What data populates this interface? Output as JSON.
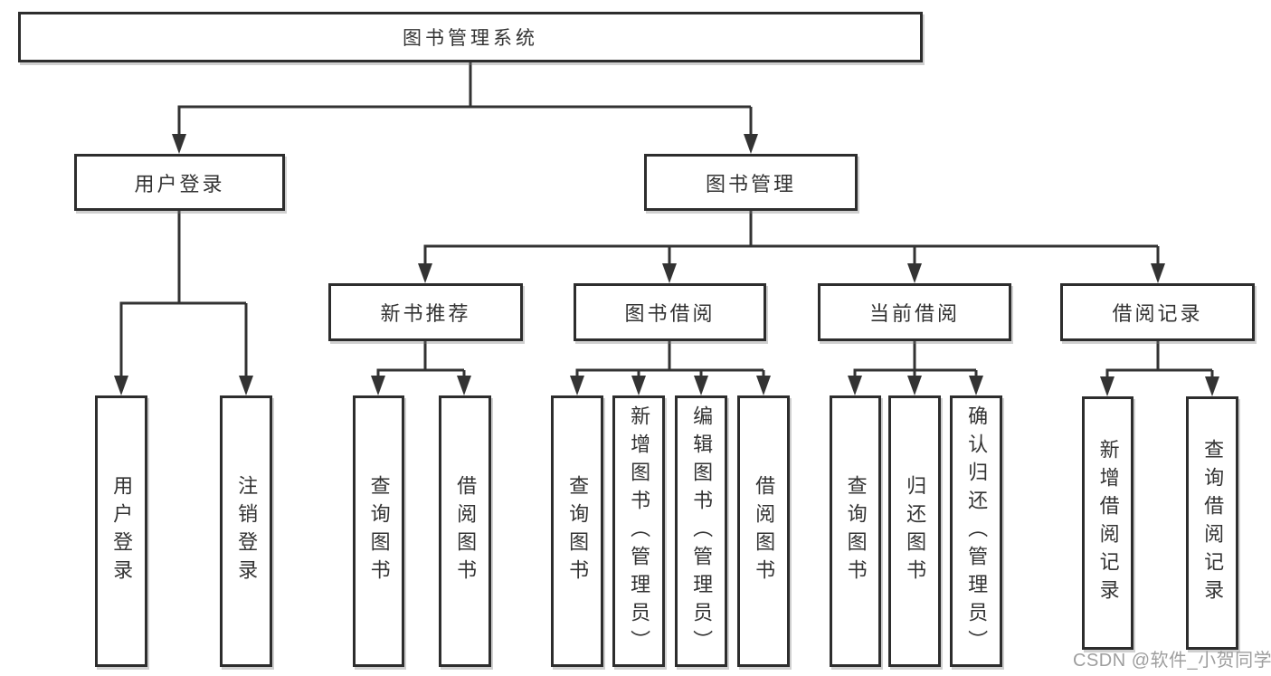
{
  "diagram_title": "图书管理系统",
  "nodes": [
    {
      "id": "root",
      "label": "图书管理系统"
    },
    {
      "id": "user-login",
      "label": "用户登录"
    },
    {
      "id": "book-management",
      "label": "图书管理"
    },
    {
      "id": "new-book-recommendation",
      "label": "新书推荐"
    },
    {
      "id": "book-borrowing",
      "label": "图书借阅"
    },
    {
      "id": "current-borrowing",
      "label": "当前借阅"
    },
    {
      "id": "borrowing-records",
      "label": "借阅记录"
    },
    {
      "id": "leaf-user-login",
      "label": "用户登录"
    },
    {
      "id": "leaf-logout",
      "label": "注销登录"
    },
    {
      "id": "leaf-query-books-recommend",
      "label": "查询图书"
    },
    {
      "id": "leaf-borrow-books-recommend",
      "label": "借阅图书"
    },
    {
      "id": "leaf-query-books-borrow",
      "label": "查询图书"
    },
    {
      "id": "leaf-add-books-admin",
      "label": "新增图书（管理员）"
    },
    {
      "id": "leaf-edit-books-admin",
      "label": "编辑图书（管理员）"
    },
    {
      "id": "leaf-borrow-books-borrow",
      "label": "借阅图书"
    },
    {
      "id": "leaf-query-books-current",
      "label": "查询图书"
    },
    {
      "id": "leaf-return-books",
      "label": "归还图书"
    },
    {
      "id": "leaf-confirm-return-admin",
      "label": "确认归还（管理员）"
    },
    {
      "id": "leaf-add-borrow-record",
      "label": "新增借阅记录"
    },
    {
      "id": "leaf-query-borrow-record",
      "label": "查询借阅记录"
    }
  ],
  "watermark": {
    "text": "CSDN @软件_小贺同学",
    "color": "#9e9e9e"
  },
  "colors": {
    "line": "#333333",
    "box_border": "#2d2d2d",
    "box_fill": "#ffffff",
    "text": "#333333",
    "background": "#ffffff"
  }
}
